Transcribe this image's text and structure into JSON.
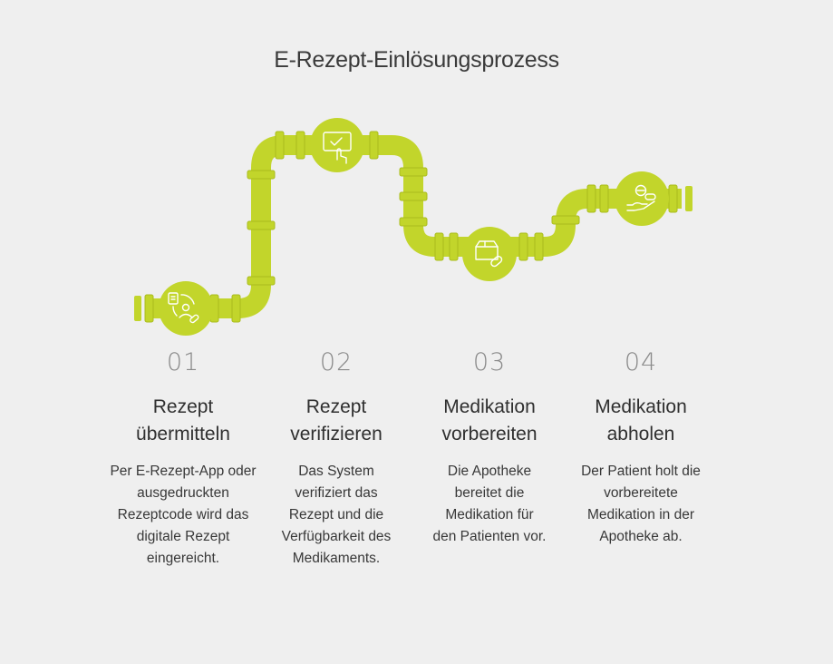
{
  "title": "E-Rezept-Einlösungsprozess",
  "colors": {
    "pipe": "#c2d52b",
    "pipe_dark": "#a9bc1c",
    "icon": "#ffffff",
    "background": "#efefef"
  },
  "steps": [
    {
      "number": "01",
      "heading_lines": [
        "Rezept",
        "übermitteln"
      ],
      "description_lines": [
        "Per E-Rezept-App oder",
        "ausgedruckten",
        "Rezeptcode wird das",
        "digitale Rezept",
        "eingereicht."
      ],
      "icon": "prescription-user-pill-icon"
    },
    {
      "number": "02",
      "heading_lines": [
        "Rezept",
        "verifizieren"
      ],
      "description_lines": [
        "Das System",
        "verifiziert das",
        "Rezept und die",
        "Verfügbarkeit des",
        "Medikaments."
      ],
      "icon": "screen-checkmark-touch-icon"
    },
    {
      "number": "03",
      "heading_lines": [
        "Medikation",
        "vorbereiten"
      ],
      "description_lines": [
        "Die Apotheke",
        "bereitet die",
        "Medikation für",
        "den Patienten vor."
      ],
      "icon": "box-pill-icon"
    },
    {
      "number": "04",
      "heading_lines": [
        "Medikation",
        "abholen"
      ],
      "description_lines": [
        "Der Patient holt die",
        "vorbereitete",
        "Medikation in der",
        "Apotheke ab."
      ],
      "icon": "hand-pill-icon"
    }
  ]
}
